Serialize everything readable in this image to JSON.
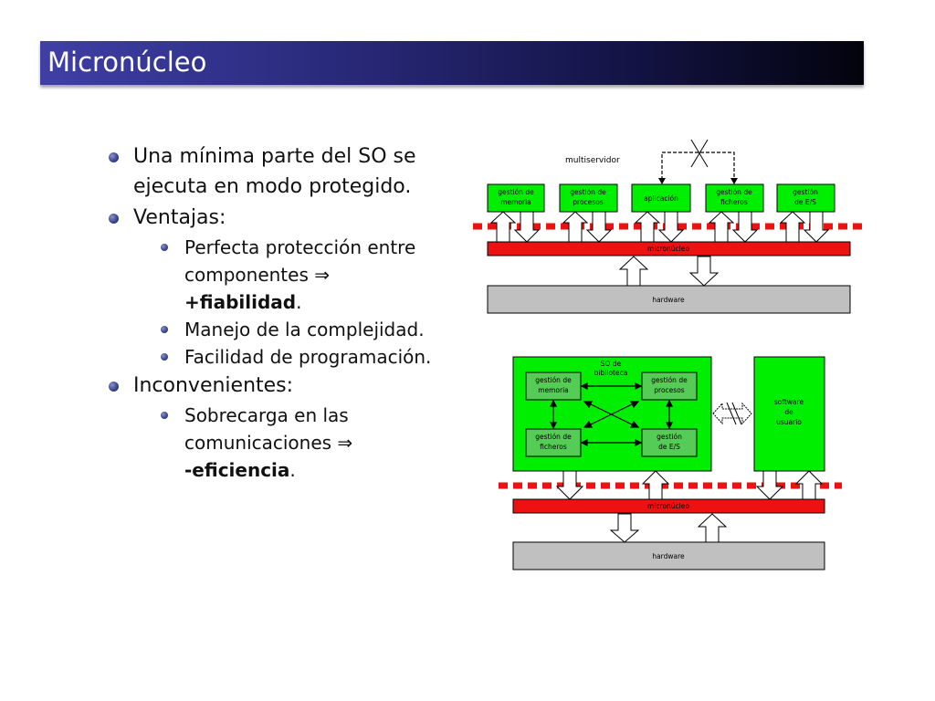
{
  "slide": {
    "title": "Micronúcleo"
  },
  "bullets": {
    "b1": "Una mínima parte del SO se ejecuta en modo protegido.",
    "b2": "Ventajas:",
    "b2_1": "Perfecta protección entre componentes ⇒",
    "b2_1_bold": "+fiabilidad",
    "b2_1_end": ".",
    "b2_2": "Manejo de la complejidad.",
    "b2_3": "Facilidad de programación.",
    "b3": "Inconvenientes:",
    "b3_1": "Sobrecarga en las comunicaciones ⇒",
    "b3_1_bold": "-eficiencia",
    "b3_1_end": "."
  },
  "diagram_top": {
    "label": "multiservidor",
    "servers": [
      [
        "gestión de",
        "memoria"
      ],
      [
        "gestión de",
        "procesos"
      ],
      [
        "aplicación"
      ],
      [
        "gestión de",
        "ficheros"
      ],
      [
        "gestión",
        "de E/S"
      ]
    ],
    "kernel": "micronúcleo",
    "hardware": "hardware"
  },
  "diagram_bottom": {
    "so_label": [
      "SO de",
      "biblioteca"
    ],
    "modules": [
      [
        "gestión de",
        "memoria"
      ],
      [
        "gestión de",
        "procesos"
      ],
      [
        "gestión de",
        "ficheros"
      ],
      [
        "gestión",
        "de E/S"
      ]
    ],
    "user_software": [
      "software",
      "de",
      "usuario"
    ],
    "kernel": "micronúcleo",
    "hardware": "hardware"
  },
  "colors": {
    "title_bar_start": "#3f3fa6",
    "title_bar_end": "#03030d",
    "server_green": "#00ee00",
    "module_green": "#55cc55",
    "kernel_red": "#ee1111",
    "hardware_gray": "#c0c0c0"
  }
}
